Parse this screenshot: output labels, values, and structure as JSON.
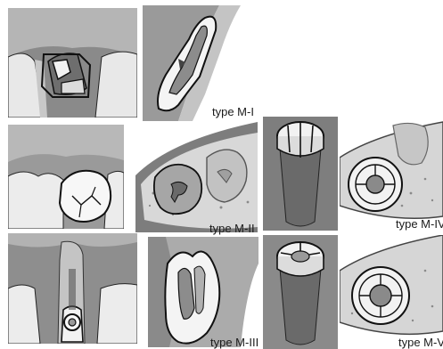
{
  "figure": {
    "labels": {
      "m1": "type M-I",
      "m2": "type M-II",
      "m3": "type M-III",
      "m4": "type M-IV",
      "m5": "type M-V"
    }
  },
  "colors": {
    "background": "#ffffff",
    "gum_dark": "#7d7d7d",
    "gum_mid": "#a9a9a9",
    "gum_light": "#c9c9c9",
    "bone": "#d6d6d6",
    "tooth": "#f4f4f4",
    "outline": "#1a1a1a"
  }
}
